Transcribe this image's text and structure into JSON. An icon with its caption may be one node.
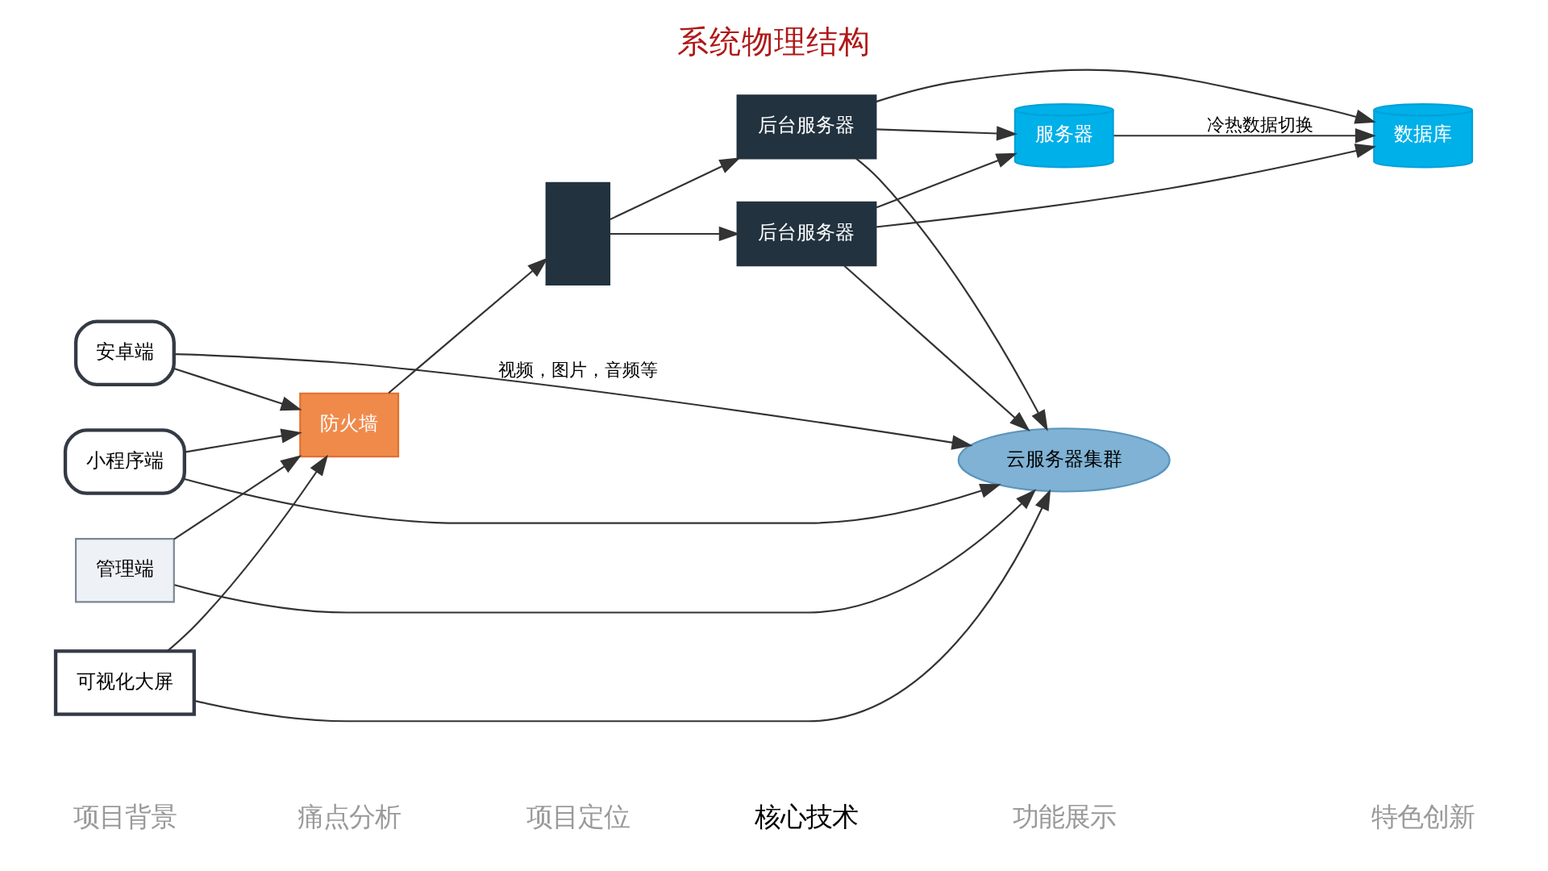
{
  "diagram": {
    "title": "系统物理结构",
    "nodes": [
      {
        "text": [
          "云服务器集群"
        ]
      },
      {
        "text": [
          "安卓端"
        ]
      },
      {
        "text": [
          "小程序端"
        ]
      },
      {
        "text": [
          "管理端"
        ]
      },
      {
        "text": [
          "可视化大屏"
        ]
      },
      {
        "text": [
          "防火墙"
        ]
      },
      {
        "text": [],
        "shape": "box"
      },
      {
        "text": [
          "后台服务器"
        ]
      },
      {
        "text": [
          "后台服务器"
        ]
      },
      {
        "text": [
          "数据库"
        ]
      },
      {
        "text": [
          "服务器"
        ]
      }
    ],
    "edges": [
      {
        "from": 1,
        "to": 0,
        "arrow": "to",
        "label": "视频，图片，音频等"
      },
      {
        "from": 2,
        "to": 0,
        "arrow": "to"
      },
      {
        "from": 3,
        "to": 0,
        "arrow": "to"
      },
      {
        "from": 4,
        "to": 0,
        "arrow": "to"
      },
      {
        "from": 1,
        "to": 5,
        "arrow": "to"
      },
      {
        "from": 2,
        "to": 5,
        "arrow": "to"
      },
      {
        "from": 3,
        "to": 5,
        "arrow": "to"
      },
      {
        "from": 4,
        "to": 5,
        "arrow": "to"
      },
      {
        "from": 5,
        "to": 6,
        "arrow": "to"
      },
      {
        "from": 6,
        "to": 7,
        "arrow": "to"
      },
      {
        "from": 6,
        "to": 8,
        "arrow": "to"
      },
      {
        "from": 7,
        "to": 0,
        "arrow": "to"
      },
      {
        "from": 8,
        "to": 0,
        "arrow": "to"
      },
      {
        "from": 7,
        "to": 10,
        "arrow": "to"
      },
      {
        "from": 8,
        "to": 10,
        "arrow": "to"
      },
      {
        "from": 7,
        "to": 9,
        "arrow": "to"
      },
      {
        "from": 8,
        "to": 9,
        "arrow": "to"
      },
      {
        "from": 10,
        "to": 9,
        "arrow": "to",
        "label": "冷热数据切换"
      }
    ],
    "labels": [
      "项目背景",
      "痛点分析",
      "项目定位",
      "核心技术",
      "功能展示",
      "特色创新"
    ]
  }
}
